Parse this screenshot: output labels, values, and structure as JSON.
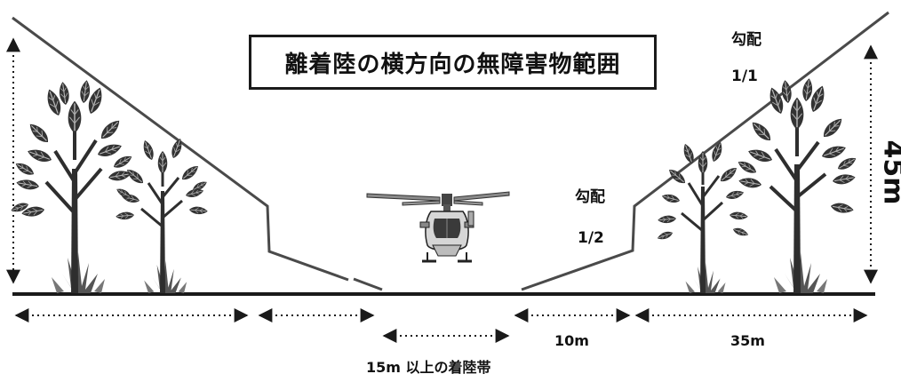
{
  "title": "離着陸の横方向の無障害物範囲",
  "slopes": {
    "outer": {
      "label": "勾配",
      "ratio": "1/1"
    },
    "inner": {
      "label": "勾配",
      "ratio": "1/2"
    }
  },
  "dimensions": {
    "height": "45m",
    "transition_width": "10m",
    "outer_width": "35m",
    "landing_zone": "15m 以上の着陸帯"
  },
  "colors": {
    "ink": "#1a1a1a",
    "slope_line": "#4a4a4a",
    "tree_dark": "#2e2e2e",
    "tree_mid": "#7a7a7a"
  },
  "icons": [
    "tree-icon",
    "helicopter-icon",
    "grass-icon"
  ]
}
